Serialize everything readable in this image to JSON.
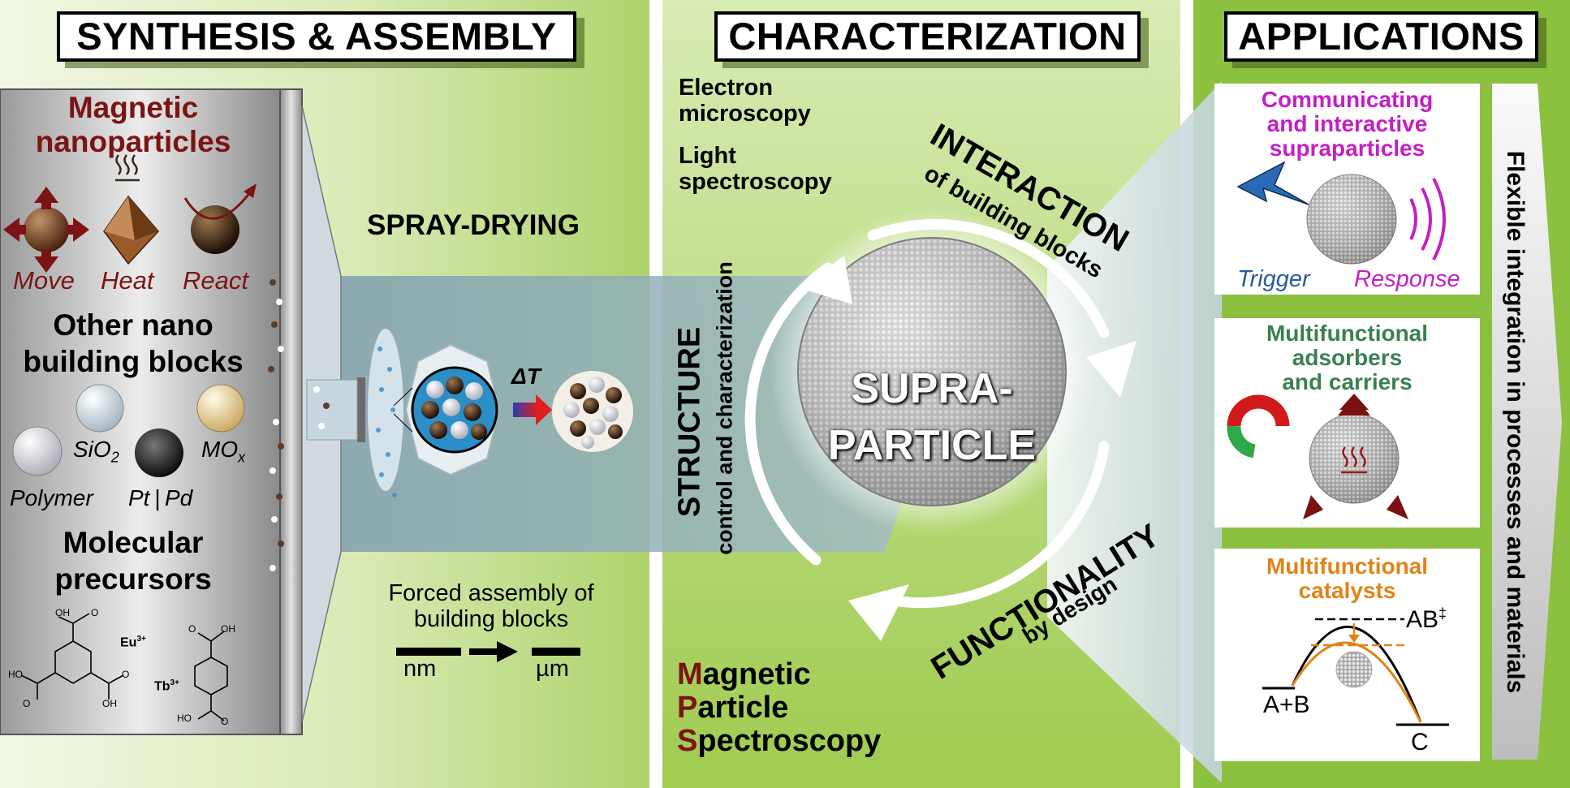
{
  "headers": {
    "synthesis": "SYNTHESIS & ASSEMBLY",
    "characterization": "CHARACTERIZATION",
    "applications": "APPLICATIONS"
  },
  "synthesis": {
    "magnetic_title": "Magnetic\nnanoparticles",
    "move": "Move",
    "heat": "Heat",
    "react": "React",
    "other_title": "Other nano\nbuilding blocks",
    "sio2_main": "SiO",
    "sio2_sub": "2",
    "mox_main": "MO",
    "mox_sub": "x",
    "polymer": "Polymer",
    "ptpd": "Pt | Pd",
    "molecular_title": "Molecular\nprecursors",
    "eu": "Eu",
    "eu_sup": "3+",
    "tb": "Tb",
    "tb_sup": "3+",
    "oh": "OH",
    "ho": "HO",
    "o": "O",
    "spray": "SPRAY-DRYING",
    "delta_t": "ΔT",
    "forced": "Forced assembly of\nbuilding blocks",
    "nm": "nm",
    "um": "µm",
    "colors": {
      "brand": "#7b1414",
      "green": "#8cc03f"
    }
  },
  "characterization": {
    "electron": "Electron\nmicroscopy",
    "light": "Light\nspectroscopy",
    "structure": "STRUCTURE",
    "structure_sub": "control and characterization",
    "interaction": "INTERACTION",
    "interaction_sub": "of building blocks",
    "functionality": "FUNCTIONALITY",
    "functionality_sub": "by design",
    "supra": "SUPRA-\nPARTICLE",
    "mps": [
      {
        "first": "M",
        "rest": "agnetic"
      },
      {
        "first": "P",
        "rest": "article"
      },
      {
        "first": "S",
        "rest": "pectroscopy"
      }
    ]
  },
  "applications": {
    "box1_title": "Communicating\nand interactive\nsupraparticles",
    "trigger": "Trigger",
    "response": "Response",
    "box2_title": "Multifunctional\nadsorbers\nand carriers",
    "box3_title": "Multifunctional\ncatalysts",
    "ab": "AB",
    "ab_sup": "‡",
    "a_plus_b": "A+B",
    "c": "C",
    "flexible": "Flexible integration in processes and materials",
    "colors": {
      "box1": "#c41fc4",
      "box2": "#3a8050",
      "box3": "#e08316",
      "trigger": "#2a5aa0"
    }
  }
}
